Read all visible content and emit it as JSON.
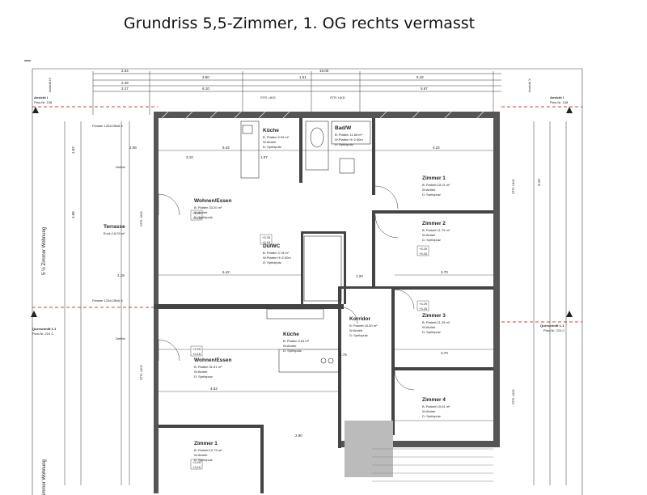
{
  "title": "Grundriss 5,5-Zimmer, 1. OG rechts vermasst",
  "side_labels": {
    "left_vertical": "5 ½ Zimmer Wohnung",
    "left_vertical_bottom": "immer Wohnung",
    "ansicht_left": "Ansicht I",
    "ansicht_right": "Ansicht I",
    "ansicht_x": "Ansicht X",
    "ansicht_ix": "Ansicht IX",
    "plan_nr": "Plan-Nr. 108",
    "plan_nr_right": "Plan-Nr. 108",
    "querschnitt_left": "Querschnitt 1-1",
    "querschnitt_left_nr": "Plan-Nr. 224 C",
    "querschnitt_right": "Querschnitt 1-1",
    "querschnitt_right_nr": "Plan-Nr. 224 C"
  },
  "rooms": [
    {
      "id": "kueche-top",
      "name": "Küche",
      "l1": "B: Platten 5.94 m²",
      "l2": "W:Abrieb",
      "l3": "D: Spritzputz"
    },
    {
      "id": "bad",
      "name": "Bad/W",
      "l1": "B: Platten 11.85 m²",
      "l2": "W:Platten H=2.50m",
      "l3": "D: Spritzputz"
    },
    {
      "id": "zimmer1-top",
      "name": "Zimmer 1",
      "l1": "B: Parkett 15.21 m²",
      "l2": "W:Abrieb",
      "l3": "D: Spritzputz"
    },
    {
      "id": "zimmer2",
      "name": "Zimmer 2",
      "l1": "B: Parkett 11.79 m²",
      "l2": "W:Abrieb",
      "l3": "D: Spritzputz"
    },
    {
      "id": "terrasse",
      "name": "Terrasse",
      "l1": "B:roh 18.03 m²",
      "l2": "",
      "l3": ""
    },
    {
      "id": "wohnen1",
      "name": "Wohnen/Essen",
      "l1": "B: Platten 33.20 m²",
      "l2": "W:Abrieb",
      "l3": "D: Spritzputz"
    },
    {
      "id": "duwc",
      "name": "Du/WC",
      "l1": "B: Platten 3.78 m²",
      "l2": "W:Platten H=2.00m",
      "l3": "D: Spritzputz"
    },
    {
      "id": "korridor",
      "name": "Korridor",
      "l1": "B: Parkett 16.60 m²",
      "l2": "W:Abrieb",
      "l3": "D: Spritzputz"
    },
    {
      "id": "zimmer3",
      "name": "Zimmer 3",
      "l1": "B: Parkett 11.29 m²",
      "l2": "W:Abrieb",
      "l3": "D: Spritzputz"
    },
    {
      "id": "kueche-bottom",
      "name": "Küche",
      "l1": "B: Platten 5.64 m²",
      "l2": "W:Abrieb",
      "l3": "D: Spritzputz"
    },
    {
      "id": "wohnen2",
      "name": "Wohnen/Essen",
      "l1": "B: Platten 31.51 m²",
      "l2": "W:Abrieb",
      "l3": "D: Spritzputz"
    },
    {
      "id": "zimmer4",
      "name": "Zimmer 4",
      "l1": "B: Parkett 10.61 m²",
      "l2": "W:Abrieb",
      "l3": "D: Spritzputz"
    },
    {
      "id": "zimmer1-bottom",
      "name": "Zimmer 1",
      "l1": "B: Parkett 10.79 m²",
      "l2": "W:Abrieb",
      "l3": "D: Spritzputz"
    }
  ],
  "dims": {
    "total_top": "15.00",
    "d1": "2.34",
    "d2": "3.80",
    "d3": "1.61",
    "d4": "5.42",
    "d5": "2.28",
    "d6": "6.10",
    "d7": "5.67",
    "d8": "2.17",
    "d9": "6.42",
    "d10": "3.10",
    "d11": "4.22",
    "d12": "2.19",
    "d13": "6.42",
    "d14": "3.70",
    "d15": "3.70",
    "d16": "4.52",
    "d17": "2.90",
    "d18": "2.75",
    "d19": "1.20",
    "d20": "2.08",
    "d21": "1.07",
    "h1": "1.62",
    "h2": "3.10",
    "h3": "4.06"
  },
  "marks": {
    "k1": "+3.29",
    "k2": "+3.16",
    "fenster1": "Fenster 120x135x6.3",
    "fenster2": "Fenster 120x135x6.3",
    "sturz": "STR. UKD",
    "defekt": "Defekt"
  }
}
